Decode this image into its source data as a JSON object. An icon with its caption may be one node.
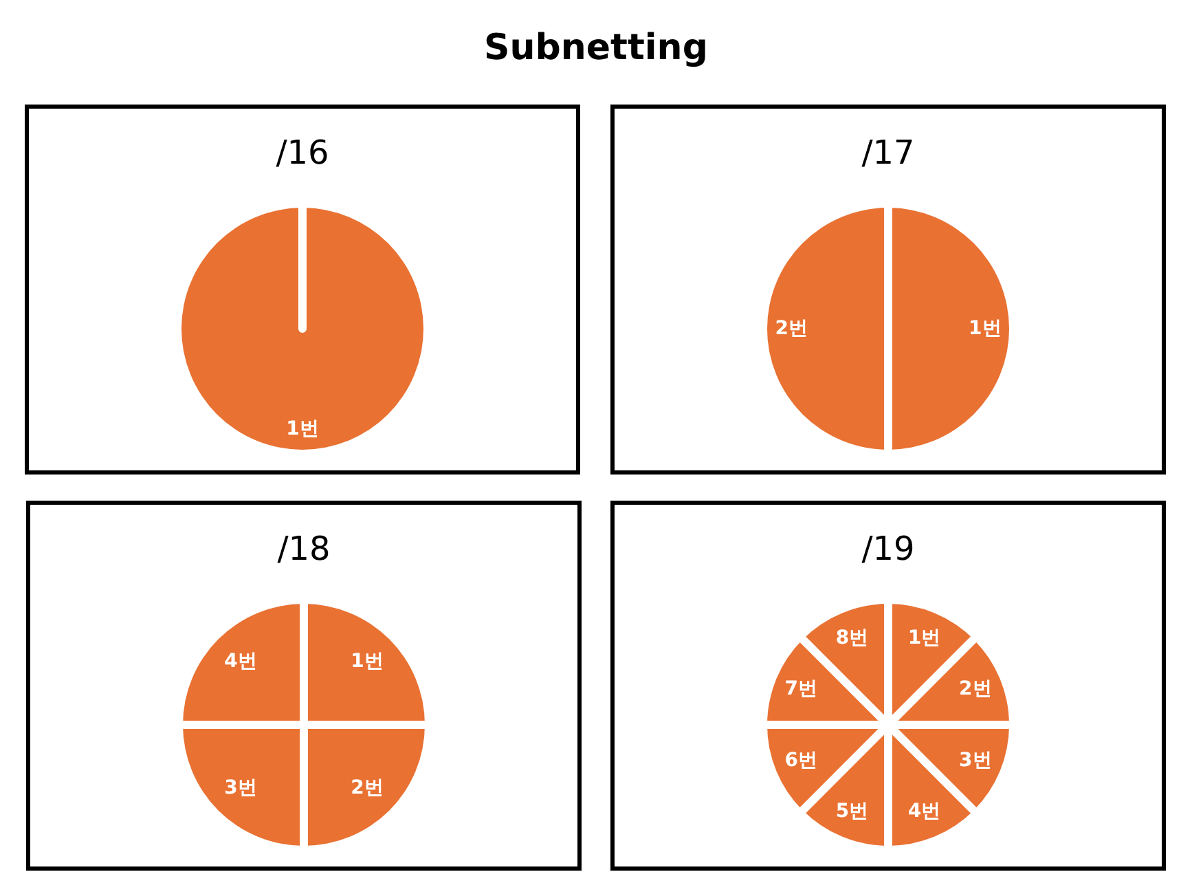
{
  "diagram": {
    "title": "Subnetting",
    "nodes": [
      {
        "text": [
          "/16"
        ]
      },
      {
        "text": [
          "1번"
        ],
        "in": 0
      },
      {
        "text": [
          "/17"
        ]
      },
      {
        "text": [
          "1번"
        ],
        "in": 2
      },
      {
        "text": [
          "2번"
        ],
        "in": 2
      },
      {
        "text": [
          "/18"
        ]
      },
      {
        "text": [
          "1번"
        ],
        "in": 5
      },
      {
        "text": [
          "2번"
        ],
        "in": 5
      },
      {
        "text": [
          "3번"
        ],
        "in": 5
      },
      {
        "text": [
          "4번"
        ],
        "in": 5
      },
      {
        "text": [
          "/19"
        ]
      },
      {
        "text": [
          "1번"
        ],
        "in": 10
      },
      {
        "text": [
          "2번"
        ],
        "in": 10
      },
      {
        "text": [
          "3번"
        ],
        "in": 10
      },
      {
        "text": [
          "4번"
        ],
        "in": 10
      },
      {
        "text": [
          "5번"
        ],
        "in": 10
      },
      {
        "text": [
          "6번"
        ],
        "in": 10
      },
      {
        "text": [
          "7번"
        ],
        "in": 10
      },
      {
        "text": [
          "8번"
        ],
        "in": 10
      }
    ]
  }
}
